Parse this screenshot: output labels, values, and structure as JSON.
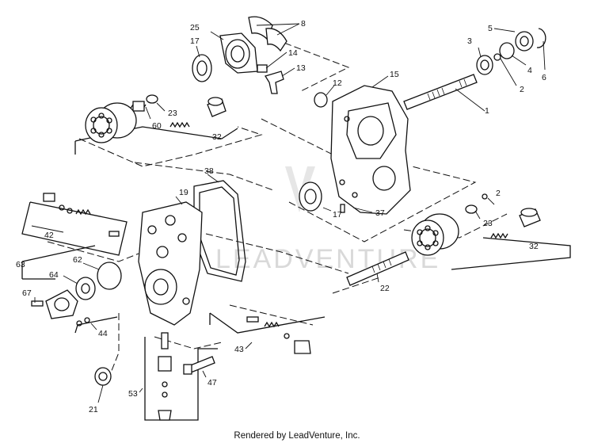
{
  "footer_text": "Rendered by LeadVenture, Inc.",
  "watermark_text": "LEADVENTURE",
  "callouts": {
    "c1": "1",
    "c2a": "2",
    "c2b": "2",
    "c3": "3",
    "c4": "4",
    "c5": "5",
    "c6": "6",
    "c8": "8",
    "c12": "12",
    "c13": "13",
    "c14": "14",
    "c15": "15",
    "c17a": "17",
    "c17b": "17",
    "c19": "19",
    "c21": "21",
    "c22": "22",
    "c23a": "23",
    "c23b": "23",
    "c25": "25",
    "c32a": "32",
    "c32b": "32",
    "c37": "37",
    "c38": "38",
    "c42": "42",
    "c43": "43",
    "c44": "44",
    "c47": "47",
    "c53": "53",
    "c60": "60",
    "c62": "62",
    "c63": "63",
    "c64": "64",
    "c67": "67"
  }
}
